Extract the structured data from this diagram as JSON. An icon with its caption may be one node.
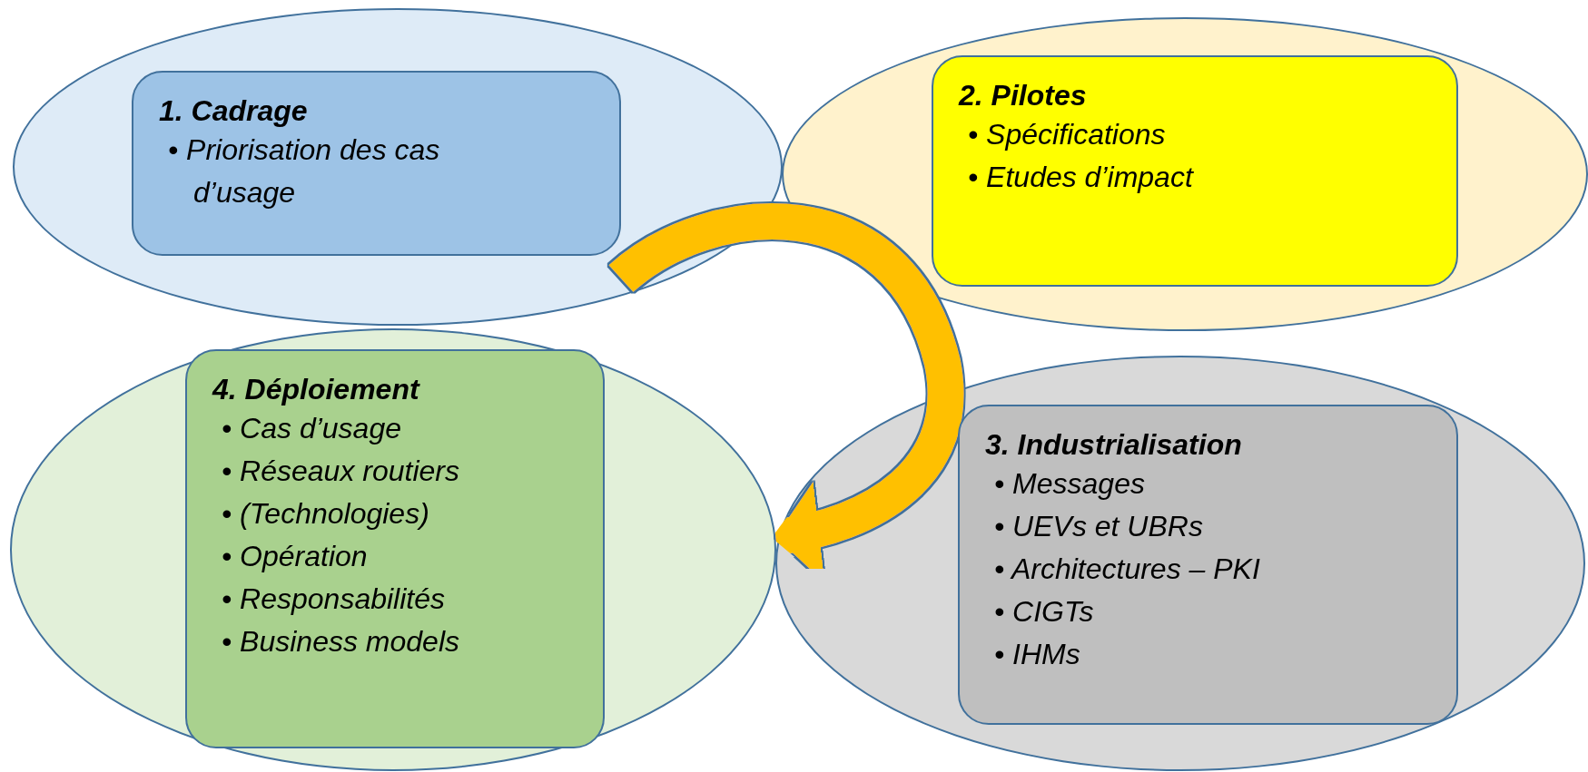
{
  "diagram": {
    "nodes": [
      {
        "text": [],
        "shape": "ellipse"
      },
      {
        "text": [
          "1. Cadrage",
          "• Priorisation des cas d’usage"
        ],
        "in": 0
      },
      {
        "text": [],
        "shape": "ellipse"
      },
      {
        "text": [
          "2. Pilotes",
          "• Spécifications",
          "• Etudes d’impact"
        ],
        "in": 2
      },
      {
        "text": [],
        "shape": "ellipse"
      },
      {
        "text": [
          "3. Industrialisation",
          "• Messages",
          "• UEVs et UBRs",
          "• Architectures – PKI",
          "• CIGTs",
          "• IHMs"
        ],
        "in": 4
      },
      {
        "text": [],
        "shape": "ellipse"
      },
      {
        "text": [
          "4. Déploiement",
          "• Cas d’usage",
          "• Réseaux routiers",
          "• (Technologies)",
          "• Opération",
          "• Responsabilités",
          "• Business models"
        ],
        "in": 6
      }
    ],
    "edges": [
      {
        "from": 1,
        "to": 6,
        "arrow": "to",
        "color": "#ffc000"
      }
    ]
  }
}
